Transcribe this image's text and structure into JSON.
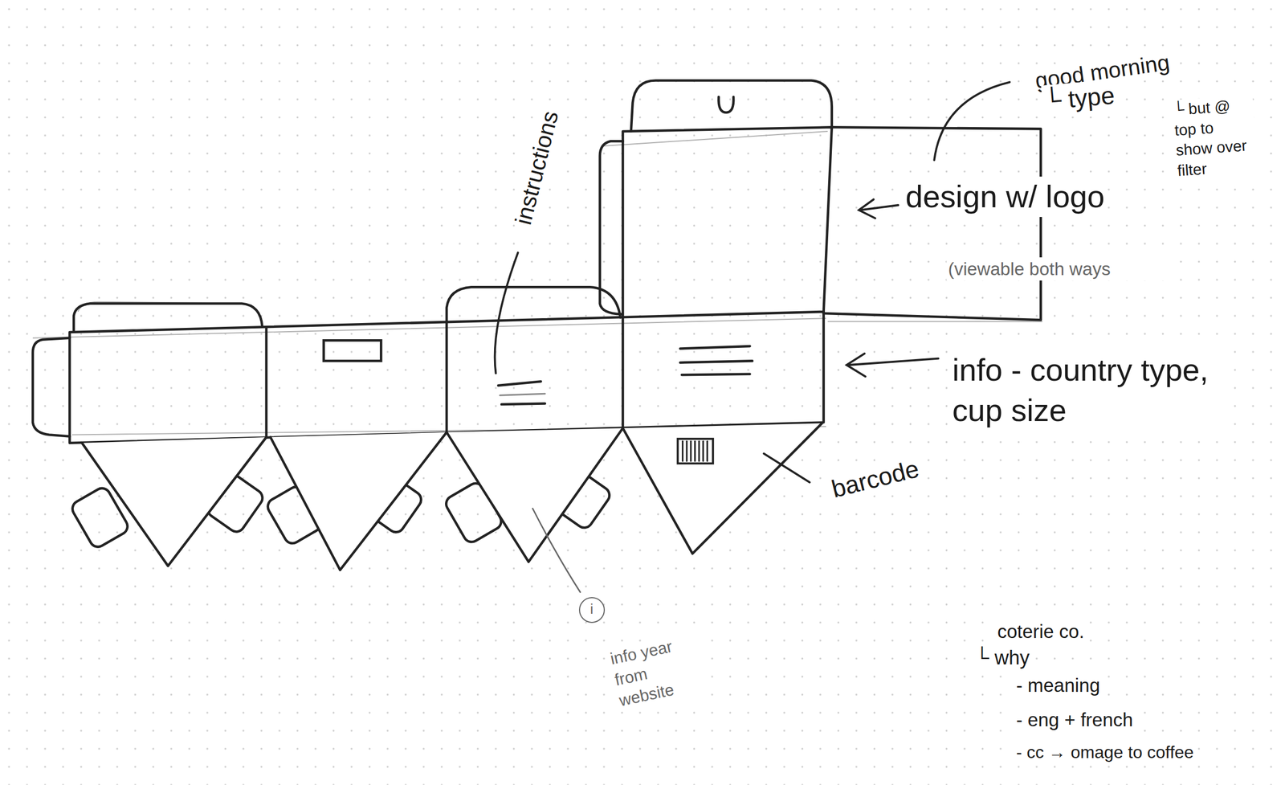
{
  "diagram": {
    "labels": [
      "good morning",
      "└ type",
      "└ but @ top to show over filter",
      "design w/ logo",
      "(viewable both ways",
      "info - country type, cup size",
      "instructions",
      "barcode",
      "i",
      "info year from website",
      "coterie co.",
      "└ why",
      "- meaning",
      "- eng + french",
      "- cc → omage to coffee"
    ]
  }
}
